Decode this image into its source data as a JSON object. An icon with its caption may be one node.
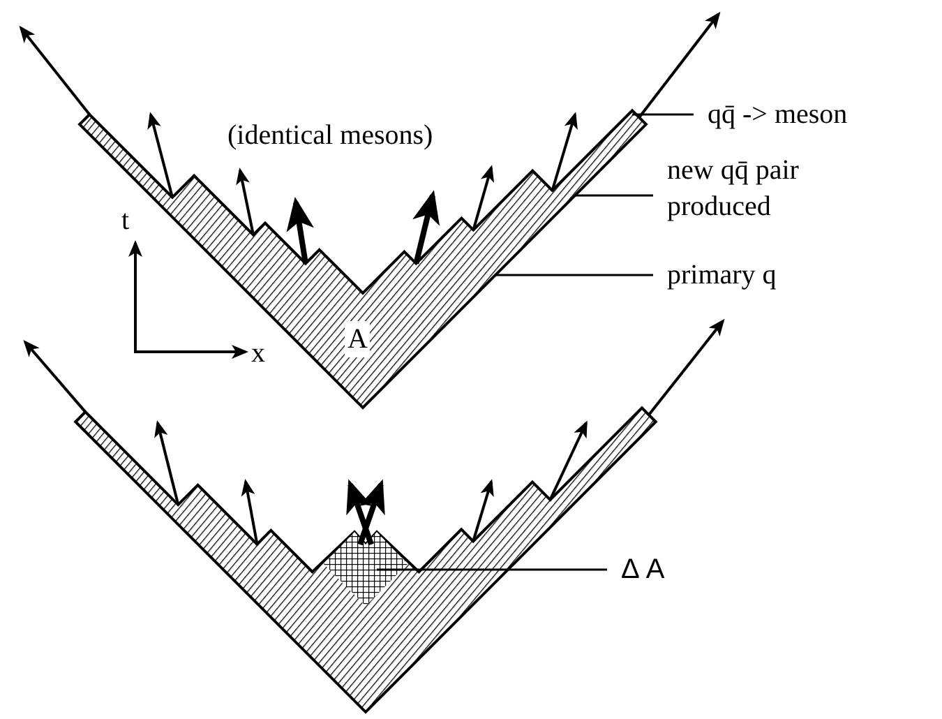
{
  "diagram": {
    "nodes": [
      {
        "text": [
          "qq̄ -> meson"
        ]
      },
      {
        "text": [
          "new qq̄ pair produced"
        ]
      },
      {
        "text": [
          "primary q"
        ]
      },
      {
        "text": [
          "Δ A"
        ]
      }
    ],
    "edges": [
      {
        "from": 0,
        "to": null,
        "arrow": "none"
      },
      {
        "from": 1,
        "to": null,
        "arrow": "none"
      },
      {
        "from": 2,
        "to": null,
        "arrow": "none"
      },
      {
        "from": 3,
        "to": null,
        "arrow": "none"
      }
    ],
    "labels": [
      "(identical mesons)",
      "t",
      "x",
      "A"
    ]
  }
}
